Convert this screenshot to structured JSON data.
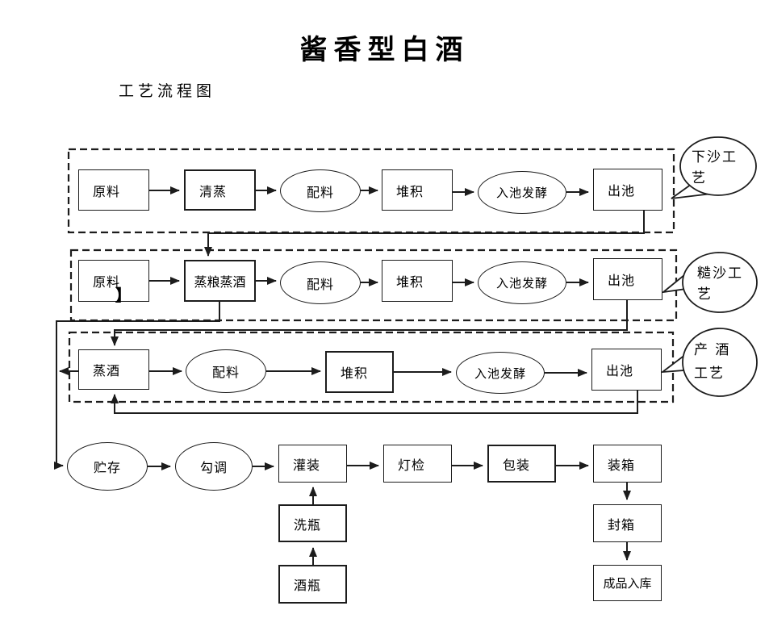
{
  "page": {
    "title": "酱香型白酒",
    "subtitle": "工艺流程图"
  },
  "colors": {
    "line": "#1c1c1c",
    "background": "#ffffff"
  },
  "rows": [
    {
      "callout": "下沙工艺",
      "nodes": {
        "raw_material": "原料",
        "steaming": "清蒸",
        "mixing": "配料",
        "stacking": "堆积",
        "pit_fermentation": "入池发酵",
        "pit_out": "出池"
      }
    },
    {
      "callout": "糙沙工艺",
      "stray_mark": "】",
      "nodes": {
        "raw_material": "原料",
        "grain_steam_distill": "蒸粮蒸酒",
        "mixing": "配料",
        "stacking": "堆积",
        "pit_fermentation": "入池发酵",
        "pit_out": "出池"
      }
    },
    {
      "callout": "产 酒 工艺",
      "nodes": {
        "distilling": "蒸酒",
        "mixing": "配料",
        "stacking": "堆积",
        "pit_fermentation": "入池发酵",
        "pit_out": "出池"
      }
    }
  ],
  "bottom": {
    "storage": "贮存",
    "blending": "勾调",
    "filling": "灌装",
    "light_inspection": "灯检",
    "packaging": "包装",
    "boxing": "装箱",
    "bottle_washing": "洗瓶",
    "wine_bottle": "酒瓶",
    "box_sealing": "封箱",
    "finished_warehousing": "成品入库"
  }
}
